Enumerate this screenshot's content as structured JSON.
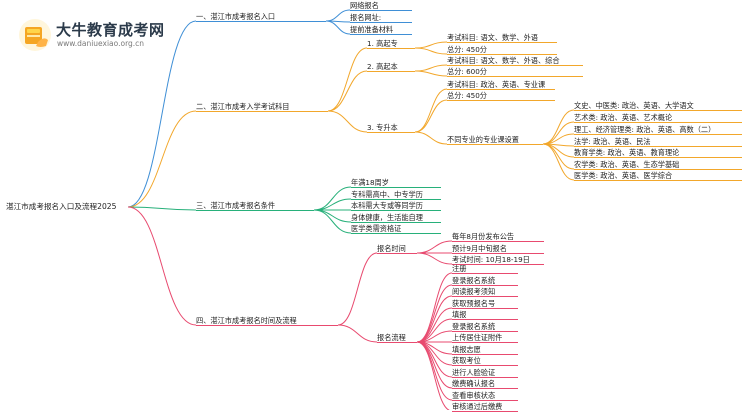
{
  "brand": {
    "name": "大牛教育成考网",
    "site": "www.daniuexiao.org.cn",
    "logo_icon": "book-hand-logo",
    "colors": {
      "logo_orange": "#f5a623",
      "logo_yellow": "#ffd54a",
      "brand_text": "#2b3a4a"
    }
  },
  "root": "湛江市成考报名入口及流程2025",
  "colors": {
    "blue": "#3f8fd6",
    "orange": "#f2a72b",
    "green": "#27b07a",
    "pink": "#e84a6f"
  },
  "branches": {
    "entry": {
      "label": "一、湛江市成考报名入口",
      "items": [
        "网络报名",
        "报名网址:",
        "提前准备材料"
      ]
    },
    "subjects": {
      "label": "二、湛江市成考入学考试科目",
      "gzz": {
        "label": "1. 高起专",
        "items": [
          "考试科目: 语文、数学、外语",
          "总分: 450分"
        ]
      },
      "gzb": {
        "label": "2. 高起本",
        "items": [
          "考试科目: 语文、数学、外语、综合",
          "总分: 600分"
        ]
      },
      "zsb": {
        "label": "3. 专升本",
        "items": [
          "考试科目: 政治、英语、专业课",
          "总分: 450分"
        ],
        "major": {
          "label": "不同专业的专业课设置",
          "items": [
            "文史、中医类: 政治、英语、大学语文",
            "艺术类: 政治、英语、艺术概论",
            "理工、经济管理类: 政治、英语、高数（二）",
            "法学: 政治、英语、民法",
            "教育学类: 政治、英语、教育理论",
            "农学类: 政治、英语、生态学基础",
            "医学类: 政治、英语、医学综合"
          ]
        }
      }
    },
    "conditions": {
      "label": "三、湛江市成考报名条件",
      "items": [
        "年满18周岁",
        "专科需高中、中专学历",
        "本科需大专或等同学历",
        "身体健康，生活能自理",
        "医学类需资格证"
      ]
    },
    "process": {
      "label": "四、湛江市成考报名时间及流程",
      "time": {
        "label": "报名时间",
        "items": [
          "每年8月份发布公告",
          "预计9月中旬报名",
          "考试时间: 10月18-19日"
        ]
      },
      "flow": {
        "label": "报名流程",
        "items": [
          "注册",
          "登录报名系统",
          "阅读报考须知",
          "获取预报名号",
          "填报",
          "登录报名系统",
          "上传居住证附件",
          "填报志愿",
          "获取考位",
          "进行人脸验证",
          "缴费确认报名",
          "查看审核状态",
          "审核通过后缴费"
        ]
      }
    }
  }
}
